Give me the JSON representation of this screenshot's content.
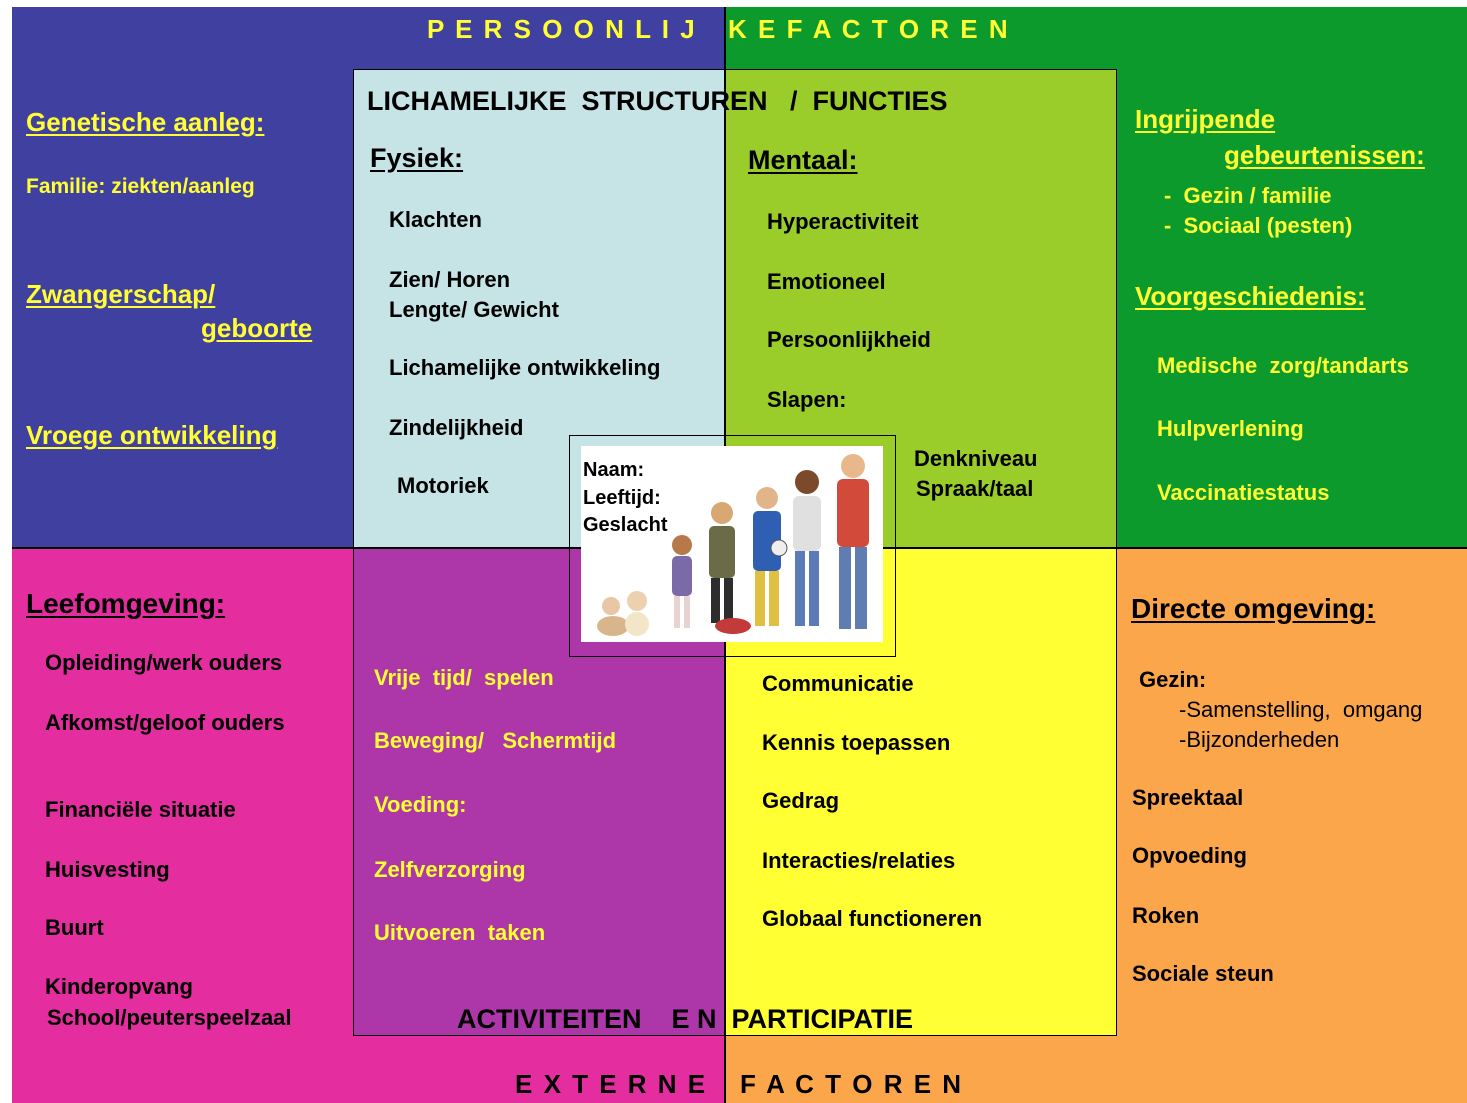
{
  "colors": {
    "blue": "#4040a0",
    "green": "#0c9a2c",
    "light_blue": "#c6e4e6",
    "lime": "#9acc2a",
    "magenta": "#e42d9e",
    "purple": "#ad36a8",
    "yellow": "#ffff33",
    "orange": "#fca64c"
  },
  "banner_top": {
    "left": "P E R S O O N L I J",
    "right": "K E   F A C T O R E N"
  },
  "banner_bottom": {
    "left": "E X T E R N E",
    "right": "F A C T O R E N"
  },
  "center_structures": {
    "title": "LICHAMELIJKE  STRUCTUREN   /  FUNCTIES",
    "fysiek": {
      "heading": "Fysiek:",
      "items": [
        "Klachten",
        "Zien/ Horen",
        "Lengte/ Gewicht",
        "Lichamelijke ontwikkeling",
        "Zindelijkheid",
        "Motoriek"
      ]
    },
    "mentaal": {
      "heading": "Mentaal:",
      "items": [
        "Hyperactiviteit",
        "Emotioneel",
        "Persoonlijkheid",
        "Slapen:",
        "Denkniveau",
        "Spraak/taal"
      ]
    }
  },
  "child_card": {
    "lines": [
      "Naam:",
      "Leeftijd:",
      "Geslacht"
    ],
    "image_icon": "children-photo-icon"
  },
  "left_top": {
    "genetic": {
      "heading": "Genetische aanleg:",
      "item": "Familie:  ziekten/aanleg"
    },
    "pregnancy": {
      "heading_1": "Zwangerschap/",
      "heading_2": "geboorte"
    },
    "early": {
      "heading": "Vroege ontwikkeling"
    }
  },
  "right_top": {
    "events": {
      "heading_1": "Ingrijpende",
      "heading_2": "gebeurtenissen:",
      "items": [
        "-  Gezin / familie",
        "-  Sociaal (pesten)"
      ]
    },
    "history": {
      "heading": "Voorgeschiedenis:",
      "items": [
        "Medische  zorg/tandarts",
        "Hulpverlening",
        "Vaccinatiestatus"
      ]
    }
  },
  "left_bottom": {
    "heading": "Leefomgeving:",
    "items": [
      "Opleiding/werk ouders",
      "Afkomst/geloof ouders",
      "Financiële situatie",
      "Huisvesting",
      "Buurt",
      "Kinderopvang",
      "School/peuterspeelzaal"
    ]
  },
  "center_activities": {
    "title": "ACTIVITEITEN    E N  PARTICIPATIE",
    "purple_items": [
      "Vrije  tijd/  spelen",
      "Beweging/   Schermtijd",
      "Voeding:",
      "Zelfverzorging",
      "Uitvoeren  taken"
    ],
    "yellow_items": [
      "Communicatie",
      "Kennis toepassen",
      "Gedrag",
      "Interacties/relaties",
      "Globaal functioneren"
    ]
  },
  "right_bottom": {
    "heading": "Directe omgeving:",
    "gezin": "Gezin:",
    "gezin_sub": [
      "-Samenstelling,  omgang",
      "-Bijzonderheden"
    ],
    "items": [
      "Spreektaal",
      "Opvoeding",
      "Roken",
      "Sociale steun"
    ]
  }
}
